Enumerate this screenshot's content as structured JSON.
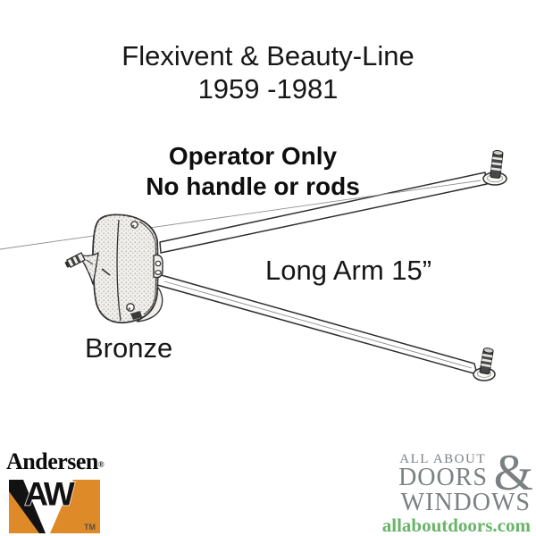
{
  "page": {
    "background": "#ffffff",
    "ink": "#2f2f2f"
  },
  "title": {
    "line1": "Flexivent & Beauty-Line",
    "line2": "1959 -1981"
  },
  "notes": {
    "operator_line1": "Operator Only",
    "operator_line2": "No handle or rods"
  },
  "labels": {
    "arm": "Long Arm 15”",
    "material": "Bronze"
  },
  "diagram": {
    "parts": [
      "operator-body",
      "crank-spline",
      "upper-arm",
      "lower-arm",
      "upper-arm-mount-stud",
      "lower-arm-mount-stud"
    ],
    "body_fill": "#f1efeb"
  },
  "branding": {
    "andersen": {
      "wordmark": "Andersen",
      "registered": "®",
      "monogram": "AW",
      "trademark": "TM",
      "orange": "#de8a28",
      "black": "#121212"
    },
    "all_about": {
      "line1": "ALL ABOUT",
      "line2": "DOORS",
      "ampersand": "&",
      "line3": "WINDOWS",
      "url": "allaboutdoors.com",
      "gray": "#7b8083",
      "green": "#69b469"
    }
  }
}
